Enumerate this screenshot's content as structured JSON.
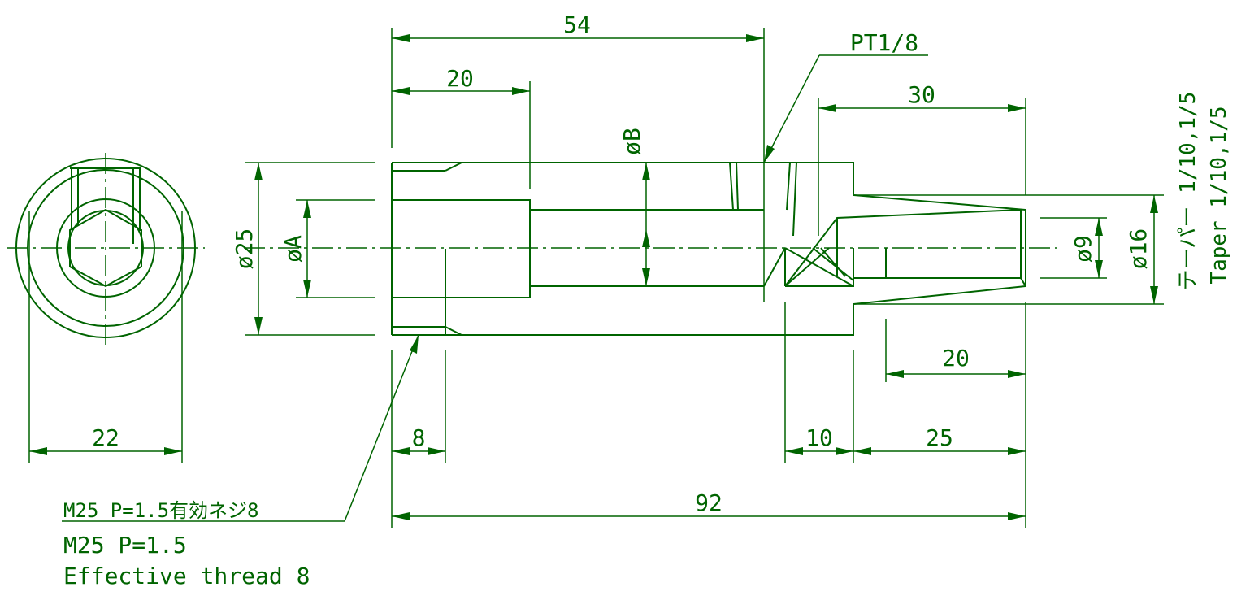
{
  "dimensions": {
    "overall_length": "92",
    "to_pt_hole": "54",
    "bore_depth": "20",
    "taper_length": "30",
    "pilot_length": "20",
    "thread_length": "8",
    "cone_length": "10",
    "spigot_length": "25",
    "hex_width": "22",
    "body_dia": "ø25",
    "dia_a": "øA",
    "dia_b": "øB",
    "dia_9": "ø9",
    "dia_16": "ø16"
  },
  "callouts": {
    "pt_thread": "PT1/8",
    "taper_jp": "テーパー 1/10,1/5",
    "taper_en": "Taper 1/10,1/5",
    "thread_jp": "M25 P=1.5有効ネジ8",
    "thread_en_line1": "M25 P=1.5",
    "thread_en_line2": "Effective thread 8"
  },
  "colors": {
    "ink": "#006400",
    "paper": "#ffffff"
  }
}
